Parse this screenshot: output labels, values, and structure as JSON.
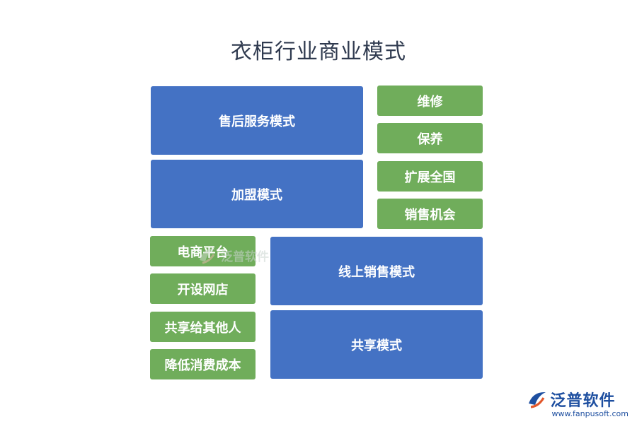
{
  "title": "衣柜行业商业模式",
  "blocks": {
    "after_sales": "售后服务模式",
    "franchise": "加盟模式",
    "online_sales": "线上销售模式",
    "sharing": "共享模式"
  },
  "green_items": {
    "repair": "维修",
    "maintenance": "保养",
    "expand_nationwide": "扩展全国",
    "sales_opportunity": "销售机会",
    "ecommerce_platform": "电商平台",
    "open_online_store": "开设网店",
    "share_with_others": "共享给其他人",
    "reduce_cost": "降低消费成本"
  },
  "watermark": {
    "text": "泛普软件"
  },
  "logo": {
    "name": "泛普软件",
    "url": "www.fanpusoft.com"
  },
  "colors": {
    "blue": "#4472c4",
    "green": "#70ad5b",
    "title": "#2f3a4f",
    "logo": "#1e4fa0"
  }
}
